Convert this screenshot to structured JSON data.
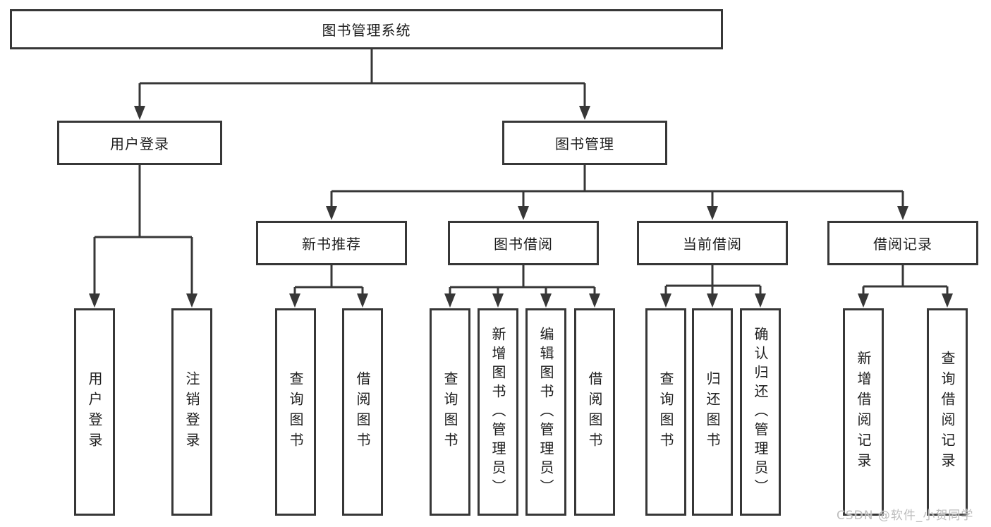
{
  "tree": {
    "root": {
      "label": "图书管理系统",
      "children": [
        {
          "label": "用户登录",
          "children": [
            {
              "label": "用户登录"
            },
            {
              "label": "注销登录"
            }
          ]
        },
        {
          "label": "图书管理",
          "children": [
            {
              "label": "新书推荐",
              "children": [
                {
                  "label": "查询图书"
                },
                {
                  "label": "借阅图书"
                }
              ]
            },
            {
              "label": "图书借阅",
              "children": [
                {
                  "label": "查询图书"
                },
                {
                  "label": "新增图书（管理员）"
                },
                {
                  "label": "编辑图书（管理员）"
                },
                {
                  "label": "借阅图书"
                }
              ]
            },
            {
              "label": "当前借阅",
              "children": [
                {
                  "label": "查询图书"
                },
                {
                  "label": "归还图书"
                },
                {
                  "label": "确认归还（管理员）"
                }
              ]
            },
            {
              "label": "借阅记录",
              "children": [
                {
                  "label": "新增借阅记录"
                },
                {
                  "label": "查询借阅记录"
                }
              ]
            }
          ]
        }
      ]
    }
  },
  "watermark": {
    "text": "CSDN @软件_小贺同学"
  },
  "colors": {
    "line": "#373737",
    "box_border": "#373737",
    "text": "#1e1e1e",
    "watermark": "#bdbdbd",
    "background": "#ffffff"
  }
}
